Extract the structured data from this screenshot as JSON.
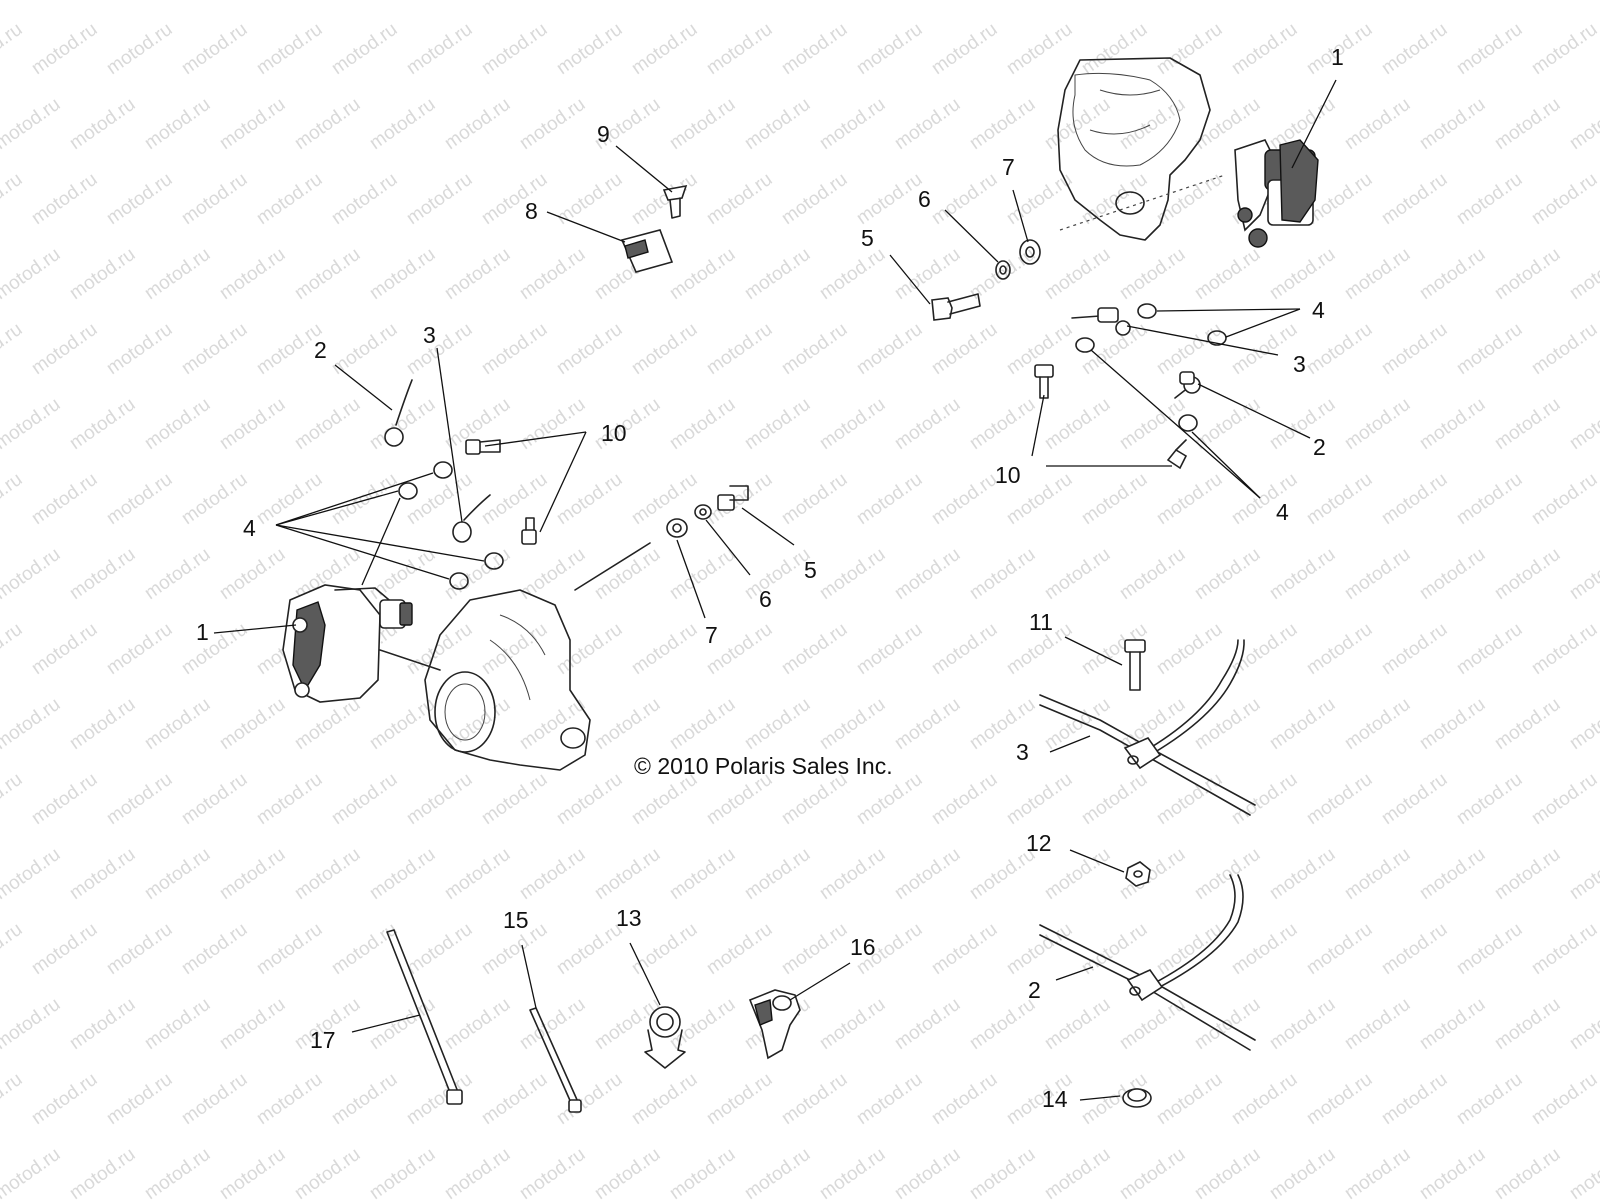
{
  "watermark": {
    "text": "motod.ru"
  },
  "copyright": "© 2010 Polaris Sales Inc.",
  "callouts": [
    {
      "id": "c1a",
      "label": "1"
    },
    {
      "id": "c1b",
      "label": "1"
    },
    {
      "id": "c2a",
      "label": "2"
    },
    {
      "id": "c2b",
      "label": "2"
    },
    {
      "id": "c2c",
      "label": "2"
    },
    {
      "id": "c3a",
      "label": "3"
    },
    {
      "id": "c3b",
      "label": "3"
    },
    {
      "id": "c3c",
      "label": "3"
    },
    {
      "id": "c4a",
      "label": "4"
    },
    {
      "id": "c4b",
      "label": "4"
    },
    {
      "id": "c4c",
      "label": "4"
    },
    {
      "id": "c5a",
      "label": "5"
    },
    {
      "id": "c5b",
      "label": "5"
    },
    {
      "id": "c6a",
      "label": "6"
    },
    {
      "id": "c6b",
      "label": "6"
    },
    {
      "id": "c7a",
      "label": "7"
    },
    {
      "id": "c7b",
      "label": "7"
    },
    {
      "id": "c8",
      "label": "8"
    },
    {
      "id": "c9",
      "label": "9"
    },
    {
      "id": "c10a",
      "label": "10"
    },
    {
      "id": "c10b",
      "label": "10"
    },
    {
      "id": "c11",
      "label": "11"
    },
    {
      "id": "c12",
      "label": "12"
    },
    {
      "id": "c13",
      "label": "13"
    },
    {
      "id": "c14",
      "label": "14"
    },
    {
      "id": "c15",
      "label": "15"
    },
    {
      "id": "c16",
      "label": "16"
    },
    {
      "id": "c17",
      "label": "17"
    }
  ]
}
